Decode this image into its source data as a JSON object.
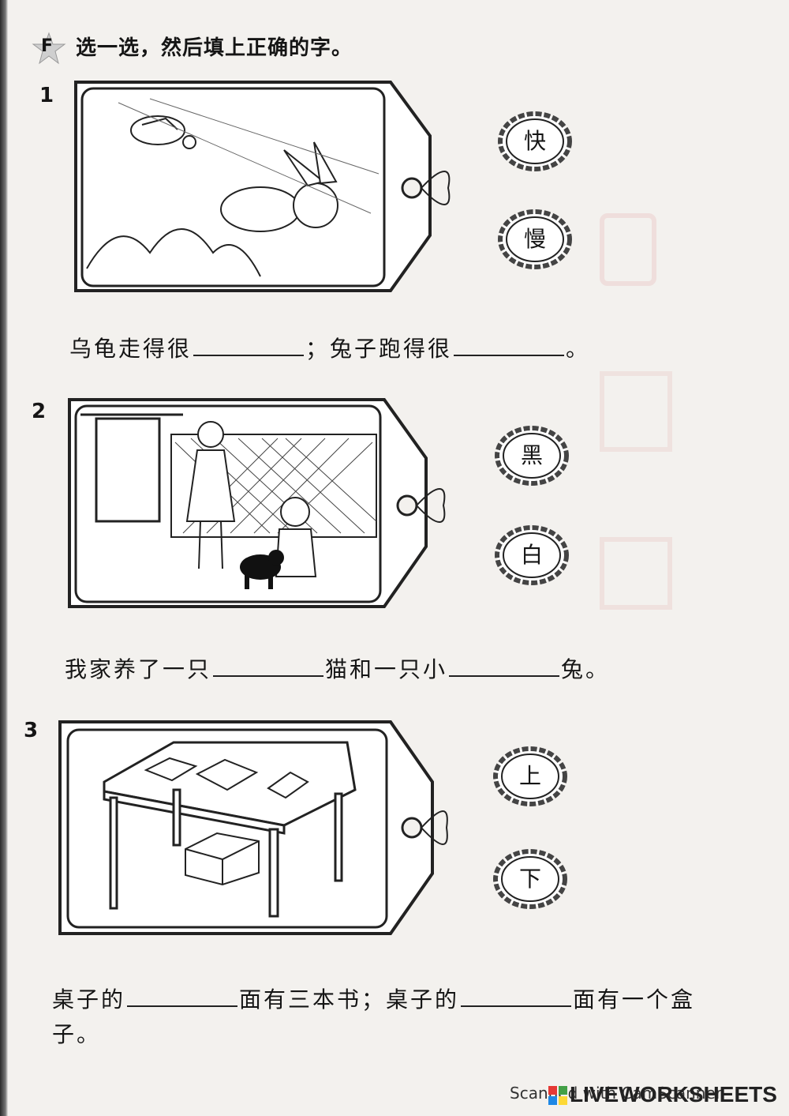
{
  "header": {
    "badge_letter": "F",
    "instruction": "选一选，然后填上正确的字。"
  },
  "questions": [
    {
      "number": "1",
      "choices": [
        "快",
        "慢"
      ],
      "sentence_parts": [
        "乌龟走得很",
        "；兔子跑得很",
        "。"
      ]
    },
    {
      "number": "2",
      "choices": [
        "黑",
        "白"
      ],
      "sentence_parts": [
        "我家养了一只",
        "猫和一只小",
        "兔。"
      ]
    },
    {
      "number": "3",
      "choices": [
        "上",
        "下"
      ],
      "sentence_parts": [
        "桌子的",
        "面有三本书；桌子的",
        "面有一个盒"
      ],
      "sentence_line2": "子。"
    }
  ],
  "footer": {
    "scan_text": "Scanned with CamScanner",
    "brand": "LIVEWORKSHEETS"
  },
  "colors": {
    "paper": "#f3f1ee",
    "ink": "#151515",
    "choice_border": "#444444"
  }
}
